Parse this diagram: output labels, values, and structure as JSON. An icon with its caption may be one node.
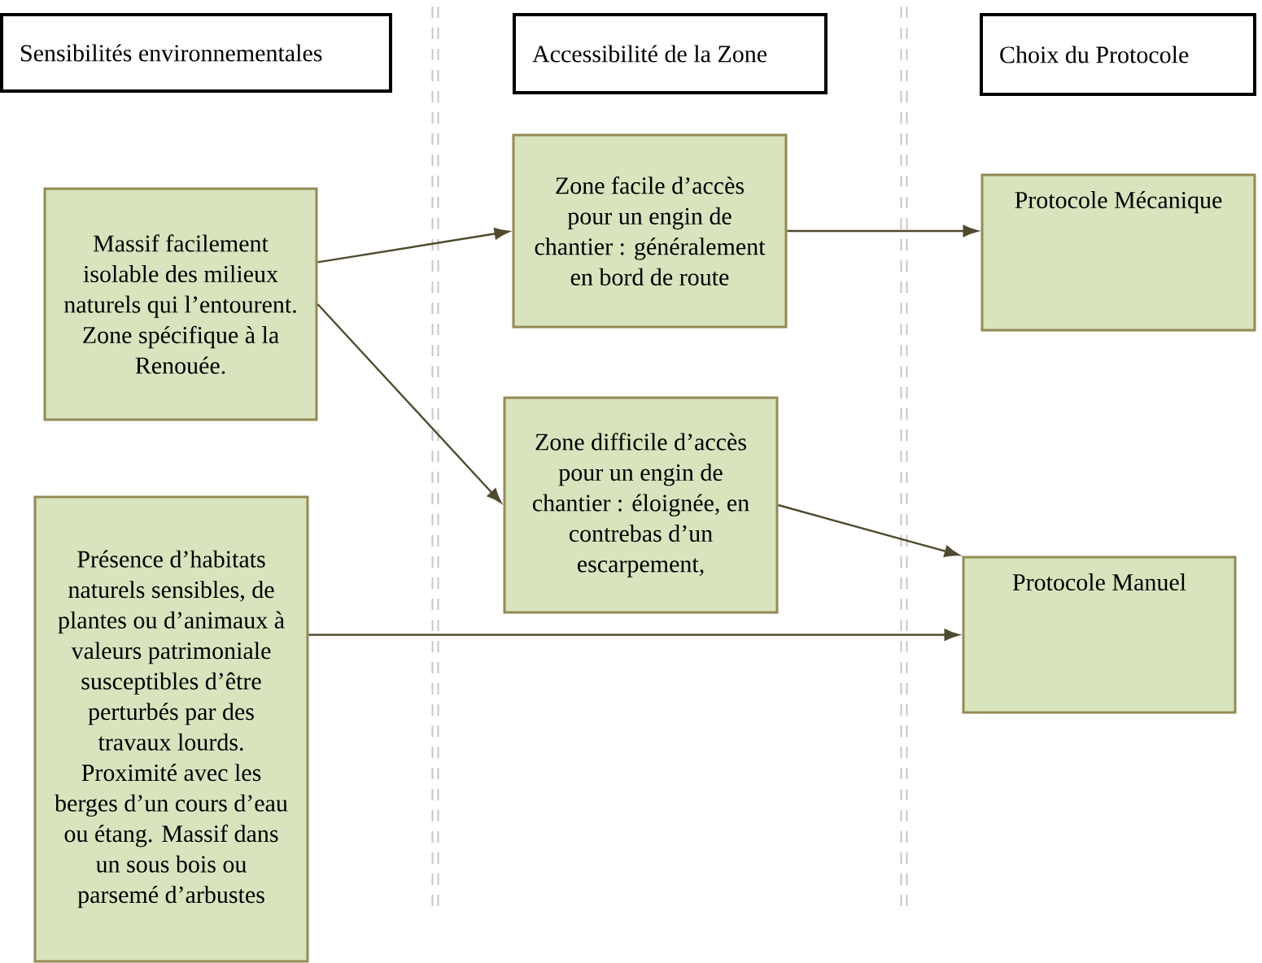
{
  "diagram": {
    "nodes": [
      {
        "text": [
          "Sensibilités environnementales"
        ]
      },
      {
        "text": [
          "Accessibilité de la Zone"
        ]
      },
      {
        "text": [
          "Choix du Protocole"
        ]
      },
      {
        "text": [
          "Massif facilement isolable des milieux naturels qui l’entourent. Zone spécifique à la Renouée."
        ]
      },
      {
        "text": [
          "Présence d’habitats naturels sensibles, de plantes ou d’animaux à valeurs patrimoniale susceptibles d’être perturbés par des travaux lourds. Proximité avec les berges d’un cours d’eau ou étang. Massif dans un sous bois ou parsemé d’arbustes"
        ]
      },
      {
        "text": [
          "Zone facile d’accès pour un engin de chantier : généralement en bord de route"
        ]
      },
      {
        "text": [
          "Zone difficile d’accès pour un engin de chantier : éloignée, en contrebas d’un escarpement,"
        ]
      },
      {
        "text": [
          "Protocole Mécanique"
        ]
      },
      {
        "text": [
          "Protocole Manuel"
        ]
      }
    ],
    "edges": [
      {
        "from": 3,
        "to": 5,
        "arrow": "to"
      },
      {
        "from": 3,
        "to": 6,
        "arrow": "to"
      },
      {
        "from": 5,
        "to": 7,
        "arrow": "to"
      },
      {
        "from": 6,
        "to": 8,
        "arrow": "to"
      },
      {
        "from": 4,
        "to": 8,
        "arrow": "to"
      }
    ]
  }
}
